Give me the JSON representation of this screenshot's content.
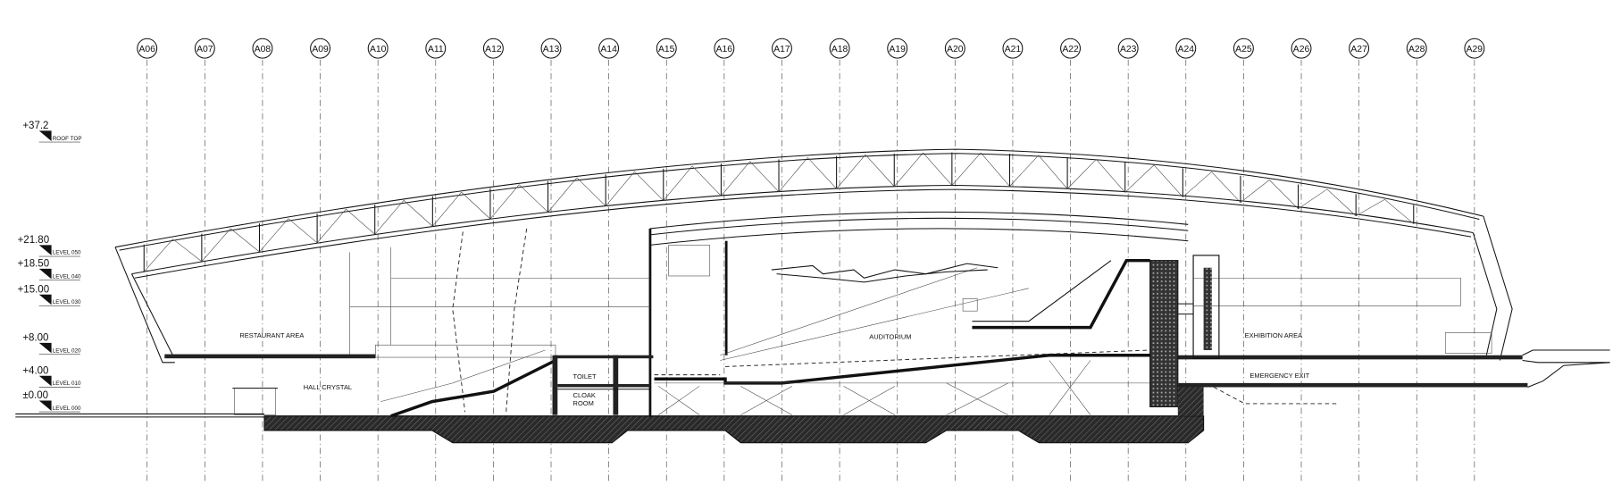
{
  "grid": {
    "axes": [
      "A06",
      "A07",
      "A08",
      "A09",
      "A10",
      "A11",
      "A12",
      "A13",
      "A14",
      "A15",
      "A16",
      "A17",
      "A18",
      "A19",
      "A20",
      "A21",
      "A22",
      "A23",
      "A24",
      "A25",
      "A26",
      "A27",
      "A28",
      "A29"
    ]
  },
  "levels": [
    {
      "elevation": "+37.2",
      "name": "ROOF TOP"
    },
    {
      "elevation": "+21.80",
      "name": "LEVEL 050"
    },
    {
      "elevation": "+18.50",
      "name": "LEVEL 040"
    },
    {
      "elevation": "+15.00",
      "name": "LEVEL 030"
    },
    {
      "elevation": "+8.00",
      "name": "LEVEL 020"
    },
    {
      "elevation": "+4.00",
      "name": "LEVEL 010"
    },
    {
      "elevation": "±0.00",
      "name": "LEVEL 000"
    }
  ],
  "rooms": {
    "restaurant": "RESTAURANT AREA",
    "hall": "HALL CRYSTAL",
    "toilet": "TOILET",
    "cloak_1": "CLOAK",
    "cloak_2": "ROOM",
    "auditorium": "AUDITORIUM",
    "exhibition": "EXHIBITION AREA",
    "emergency": "EMERGENCY EXIT"
  }
}
